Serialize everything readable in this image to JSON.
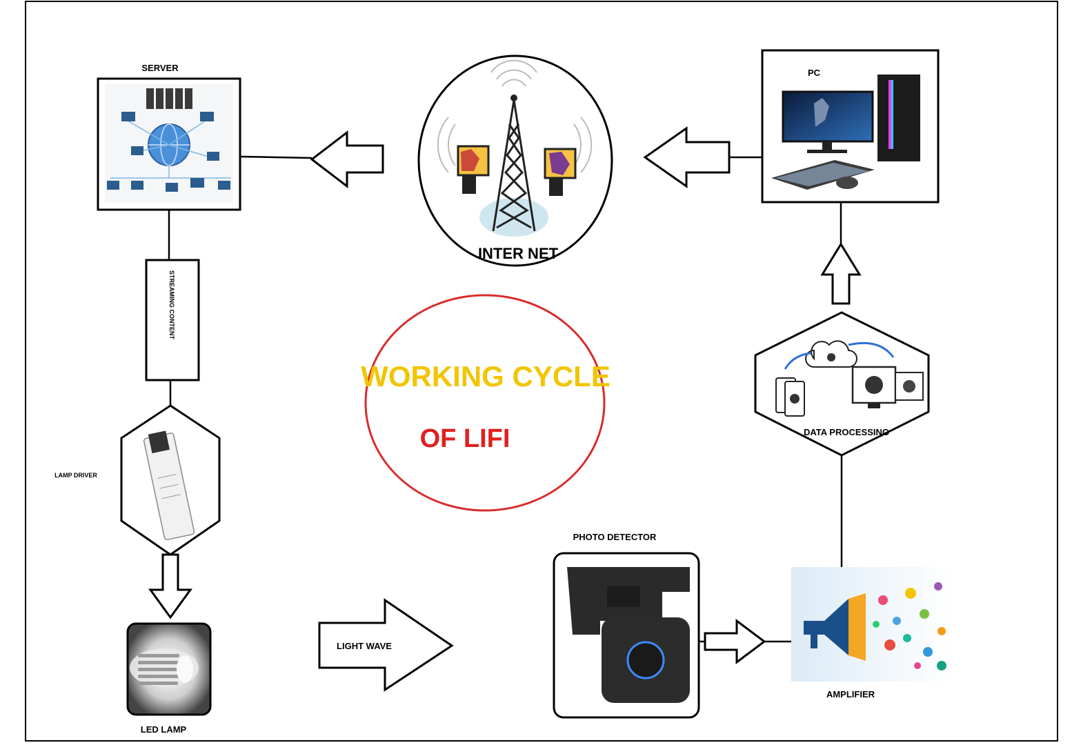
{
  "title": {
    "line1": "WORKING CYCLE",
    "line2": "OF LIFI",
    "line1_color": "#F2C500",
    "line2_color": "#E02020",
    "circle_color": "#D92B2B"
  },
  "nodes": {
    "server": "SERVER",
    "internet": "INTER NET",
    "pc": "PC",
    "streaming": "STREAMING CONTENT",
    "lamp_driver": "LAMP DRIVER",
    "data_processing": "DATA PROCESSING",
    "led_lamp": "LED LAMP",
    "light_wave": "LIGHT WAVE",
    "photo_detector": "PHOTO DETECTOR",
    "amplifier": "AMPLIFIER"
  }
}
